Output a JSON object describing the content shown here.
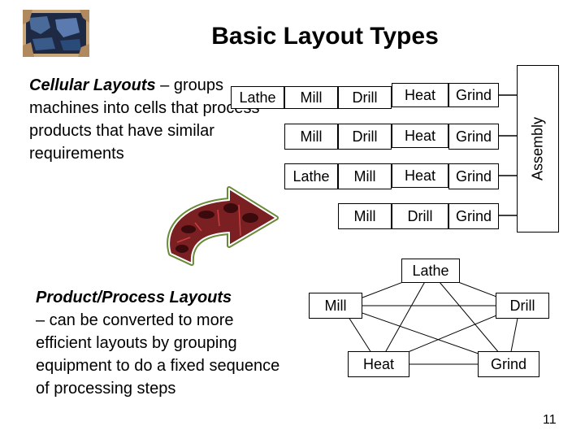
{
  "title": "Basic Layout Types",
  "cellular": {
    "heading": "Cellular Layouts",
    "text": " – groups machines into cells that process products that have similar requirements"
  },
  "product_process": {
    "heading": "Product/Process Layouts",
    "text": "– can be converted to more efficient layouts by grouping equipment to do a fixed sequence of processing steps"
  },
  "cells": [
    [
      "Lathe",
      "Mill",
      "Drill",
      "Heat",
      "Grind"
    ],
    [
      "Mill",
      "Drill",
      "Heat",
      "Grind"
    ],
    [
      "Lathe",
      "Mill",
      "Heat",
      "Grind"
    ],
    [
      "Mill",
      "Drill",
      "Grind"
    ]
  ],
  "assembly": "Assembly",
  "network": {
    "nodes": [
      "Lathe",
      "Mill",
      "Drill",
      "Heat",
      "Grind"
    ]
  },
  "page_number": "11",
  "colors": {
    "arrow_face": "#7a1f22",
    "arrow_dark": "#3a0a0c",
    "arrow_outline": "#6a8a3a",
    "logo_dark": "#1e2a44",
    "logo_tan": "#b08a5e"
  }
}
